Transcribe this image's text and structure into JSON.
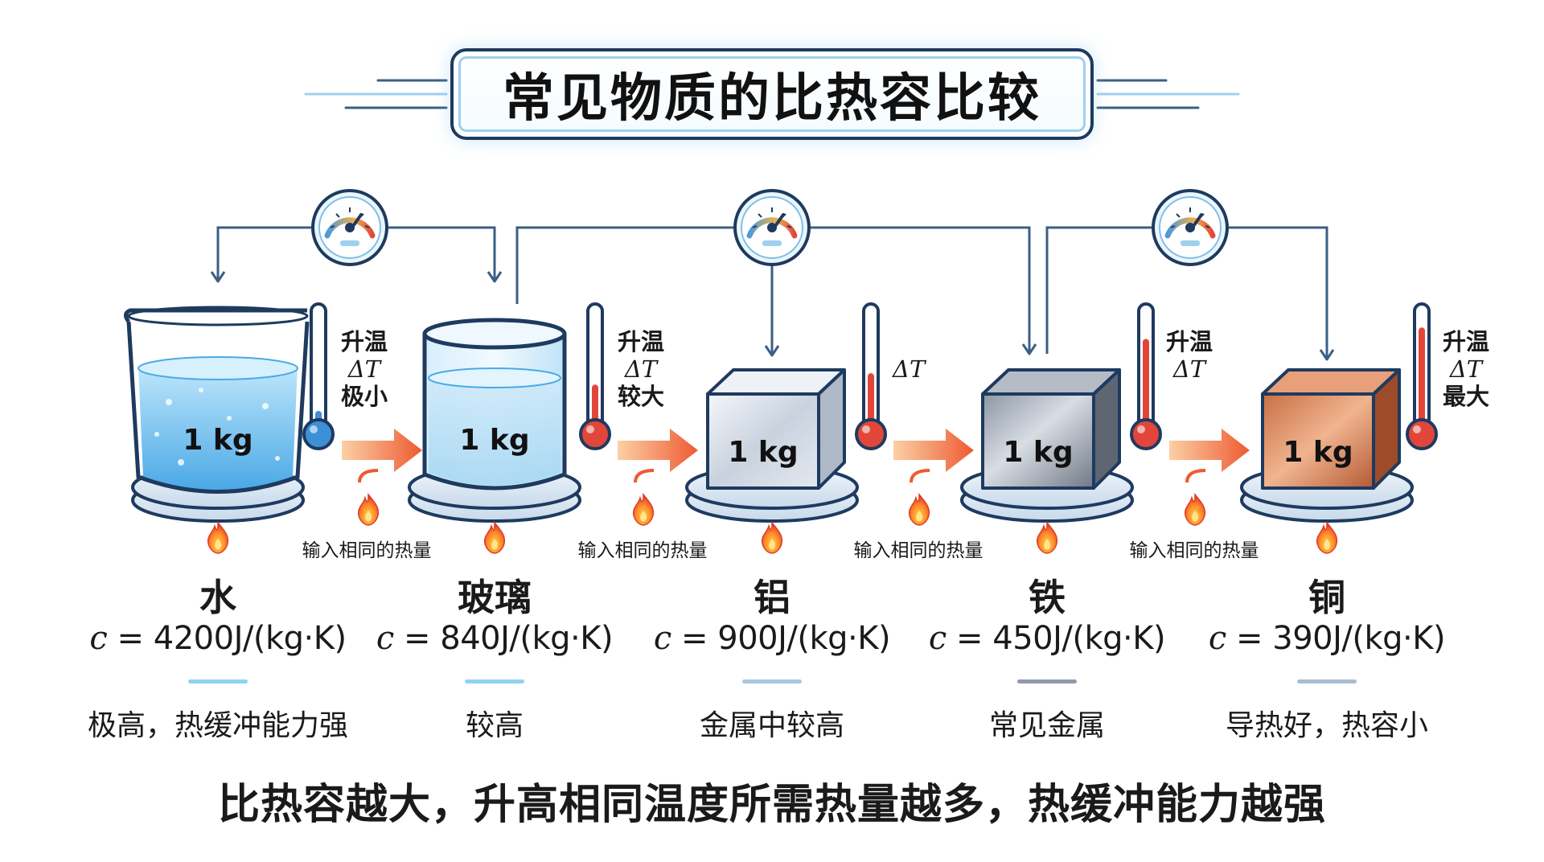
{
  "title": "常见物质的比热容比较",
  "mass_label": "1 kg",
  "heat_caption": "输入相同的热量",
  "materials": [
    {
      "name": "水",
      "c_symbol": "c",
      "c_value": "= 4200J/(kg·K)",
      "note": "极高，热缓冲能力强",
      "accent": "#8fd3f0",
      "temp_line1": "升温",
      "temp_line2": "ΔT",
      "temp_line3": "极小",
      "fill_level": 0.12
    },
    {
      "name": "玻璃",
      "c_symbol": "c",
      "c_value": "= 840J/(kg·K)",
      "note": "较高",
      "accent": "#8fd3f0",
      "temp_line1": "升温",
      "temp_line2": "ΔT",
      "temp_line3": "较大",
      "fill_level": 0.35
    },
    {
      "name": "铝",
      "c_symbol": "c",
      "c_value": "= 900J/(kg·K)",
      "note": "金属中较高",
      "accent": "#a9c6de",
      "temp_line1": "",
      "temp_line2": "ΔT",
      "temp_line3": "",
      "fill_level": 0.45
    },
    {
      "name": "铁",
      "c_symbol": "c",
      "c_value": "= 450J/(kg·K)",
      "note": "常见金属",
      "accent": "#8e9aab",
      "temp_line1": "升温",
      "temp_line2": "ΔT",
      "temp_line3": "",
      "fill_level": 0.75
    },
    {
      "name": "铜",
      "c_symbol": "c",
      "c_value": "= 390J/(kg·K)",
      "note": "导热好，热容小",
      "accent": "#a9bdd0",
      "temp_line1": "升温",
      "temp_line2": "ΔT",
      "temp_line3": "最大",
      "fill_level": 0.85
    }
  ],
  "conclusion": "比热容越大，升高相同温度所需热量越多，热缓冲能力越强",
  "colors": {
    "outline": "#1e3a5f",
    "flow_line": "#3b5f85",
    "water": "#6ec0ee",
    "thermo_red": "#e2463a",
    "thermo_blue": "#3d8fd6",
    "arrow": "#ee5a32",
    "copper": "#c8724a"
  },
  "icons": [
    "gauge-icon",
    "thermometer-icon",
    "flame-icon",
    "arrow-right-icon"
  ]
}
